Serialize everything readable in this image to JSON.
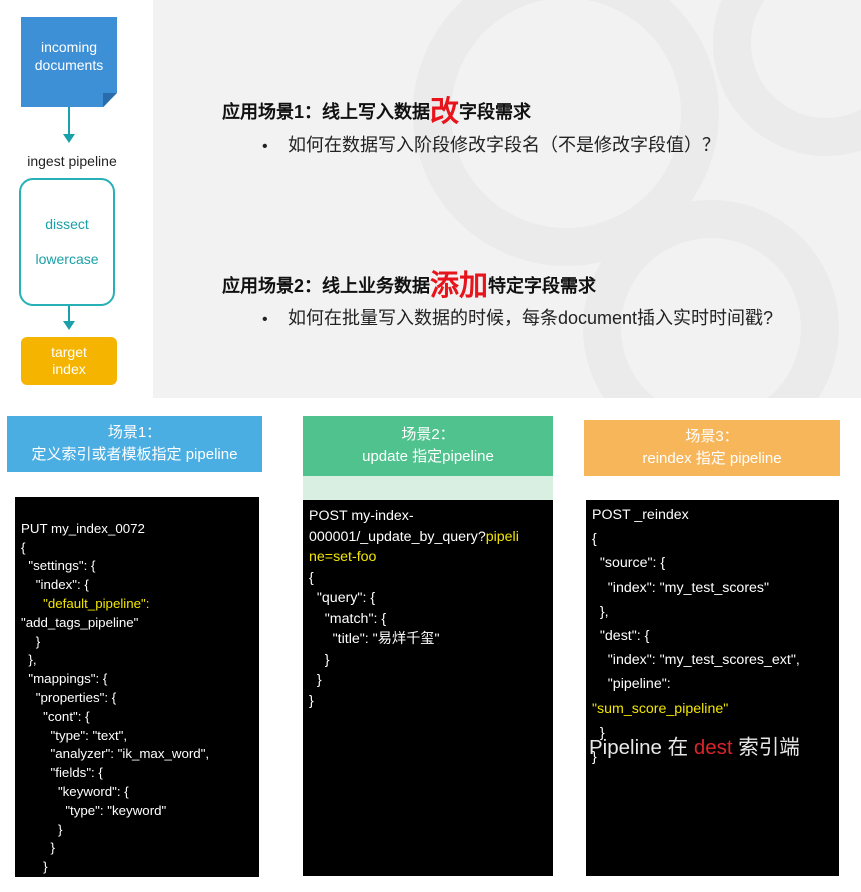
{
  "flow": {
    "source_label": "incoming\ndocuments",
    "pipeline_label": "ingest pipeline",
    "processors": [
      "dissect",
      "lowercase"
    ],
    "target_label": "target\nindex"
  },
  "scenarios": [
    {
      "title_prefix": "应用场景1：线上写入数据",
      "title_highlight": "改",
      "title_suffix": "字段需求",
      "bullet": "如何在数据写入阶段修改字段名（不是修改字段值）？"
    },
    {
      "title_prefix": "应用场景2：线上业务数据",
      "title_highlight": "添加",
      "title_suffix": "特定字段需求",
      "bullet": "如何在批量写入数据的时候，每条document插入实时时间戳?"
    }
  ],
  "bullet_symbol": "•",
  "cards": [
    {
      "head_line1": "场景1：",
      "head_line2": "定义索引或者模板指定 pipeline",
      "head_color": "#4aaee3"
    },
    {
      "head_line1": "场景2：",
      "head_line2": "update 指定pipeline",
      "head_color": "#50c28e",
      "strip_color": "#d8efe2"
    },
    {
      "head_line1": "场景3：",
      "head_line2": "reindex 指定 pipeline",
      "head_color": "#f8b65a"
    }
  ],
  "code1": [
    "PUT my_index_0072",
    "{",
    "  \"settings\": {",
    "    \"index\": {",
    "      \"default_pipeline\":",
    "\"add_tags_pipeline\"",
    "    }",
    "  },",
    "  \"mappings\": {",
    "    \"properties\": {",
    "      \"cont\": {",
    "        \"type\": \"text\",",
    "        \"analyzer\": \"ik_max_word\",",
    "        \"fields\": {",
    "          \"keyword\": {",
    "            \"type\": \"keyword\"",
    "          }",
    "        }",
    "      }",
    "    }",
    "  }",
    "}"
  ],
  "code2": {
    "line1": "POST my-index-",
    "line2a": "000001/_update_by_query?",
    "line2b": "pipeli",
    "line3": "ne=set-foo",
    "rest": [
      "{",
      "  \"query\": {",
      "    \"match\": {",
      "      \"title\": \"易烊千玺\"",
      "    }",
      "  }",
      "}"
    ]
  },
  "code3": {
    "lines": [
      "POST _reindex",
      "{",
      "  \"source\": {",
      "    \"index\": \"my_test_scores\"",
      "  },",
      "  \"dest\": {",
      "    \"index\": \"my_test_scores_ext\",",
      "    \"pipeline\":"
    ],
    "pipeline_value": "\"sum_score_pipeline\"",
    "tail": [
      "  }",
      "}"
    ],
    "note_a": "Pipeline 在 ",
    "note_b": "dest",
    "note_c": " 索引端"
  }
}
